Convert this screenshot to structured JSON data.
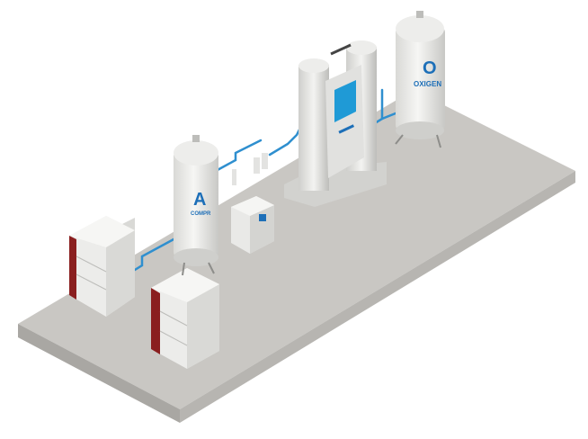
{
  "scene": {
    "air_tank": {
      "label_large": "A",
      "label_small": "COMPR"
    },
    "oxygen_tank": {
      "label_large": "O",
      "label_small": "OXIGEN"
    }
  },
  "colors": {
    "slab_top": "#c9c7c3",
    "slab_side": "#a9a7a3",
    "tank_light": "#f2f2f0",
    "tank_shade": "#cfcfcc",
    "compressor_stripe": "#8a1f1f",
    "pipe": "#2f8fcf",
    "screen": "#1f9ad6",
    "logo_blue": "#1d6fb8"
  }
}
